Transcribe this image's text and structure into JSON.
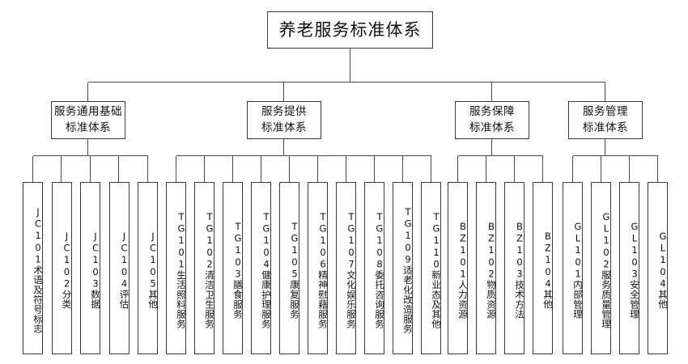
{
  "diagram": {
    "title": "养老服务标准体系",
    "type": "organizational-hierarchy",
    "root": {
      "label": "养老服务标准体系"
    },
    "categories": [
      {
        "id": "JC",
        "label_line1": "服务通用基础",
        "label_line2": "标准体系",
        "label": "服务通用基础标准体系"
      },
      {
        "id": "TG",
        "label_line1": "服务提供",
        "label_line2": "标准体系",
        "label": "服务提供标准体系"
      },
      {
        "id": "BZ",
        "label_line1": "服务保障",
        "label_line2": "标准体系",
        "label": "服务保障标准体系"
      },
      {
        "id": "GL",
        "label_line1": "服务管理",
        "label_line2": "标准体系",
        "label": "服务管理标准体系"
      }
    ],
    "leaves": {
      "JC": [
        {
          "code": "JC101",
          "name": "术语及符号标志",
          "text": "JC101术语及符号标志"
        },
        {
          "code": "JC102",
          "name": "分类",
          "text": "JC102分类"
        },
        {
          "code": "JC103",
          "name": "数据",
          "text": "JC103数据"
        },
        {
          "code": "JC104",
          "name": "评估",
          "text": "JC104评估"
        },
        {
          "code": "JC105",
          "name": "其他",
          "text": "JC105其他"
        }
      ],
      "TG": [
        {
          "code": "TG101",
          "name": "生活照料服务",
          "text": "TG101生活照料服务"
        },
        {
          "code": "TG102",
          "name": "清洁卫生服务",
          "text": "TG102清洁卫生服务"
        },
        {
          "code": "TG103",
          "name": "膳食服务",
          "text": "TG103膳食服务"
        },
        {
          "code": "TG104",
          "name": "健康护理服务",
          "text": "TG104健康护理服务"
        },
        {
          "code": "TG105",
          "name": "康复服务",
          "text": "TG105康复服务"
        },
        {
          "code": "TG106",
          "name": "精神慰藉服务",
          "text": "TG106精神慰藉服务"
        },
        {
          "code": "TG107",
          "name": "文化娱乐服务",
          "text": "TG107文化娱乐服务"
        },
        {
          "code": "TG108",
          "name": "委托咨询服务",
          "text": "TG108委托咨询服务"
        },
        {
          "code": "TG109",
          "name": "适老化改造服务",
          "text": "TG109适老化改造服务"
        },
        {
          "code": "TG110",
          "name": "新业态及其他",
          "text": "TG110新业态及其他"
        }
      ],
      "BZ": [
        {
          "code": "BZ101",
          "name": "人力资源",
          "text": "BZ101人力资源"
        },
        {
          "code": "BZ102",
          "name": "物质资源",
          "text": "BZ102物质资源"
        },
        {
          "code": "BZ103",
          "name": "技术方法",
          "text": "BZ103技术方法"
        },
        {
          "code": "BZ104",
          "name": "其他",
          "text": "BZ104其他"
        }
      ],
      "GL": [
        {
          "code": "GL101",
          "name": "内部管理",
          "text": "GL101内部管理"
        },
        {
          "code": "GL102",
          "name": "服务质量管理",
          "text": "GL102服务质量管理"
        },
        {
          "code": "GL103",
          "name": "安全管理",
          "text": "GL103安全管理"
        },
        {
          "code": "GL104",
          "name": "其他",
          "text": "GL104其他"
        }
      ]
    },
    "colors": {
      "box_border": "#3a3a3a",
      "line": "#4a4a4a",
      "background": "#ffffff",
      "text": "#111111"
    }
  }
}
